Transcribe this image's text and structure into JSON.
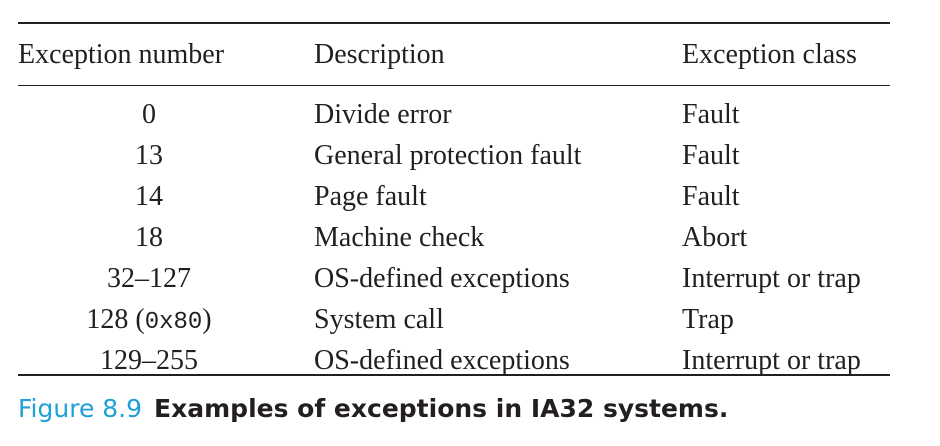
{
  "table": {
    "headers": [
      "Exception number",
      "Description",
      "Exception class"
    ],
    "rows": [
      {
        "number": "0",
        "number_code": "",
        "number_suffix": "",
        "description": "Divide error",
        "class": "Fault"
      },
      {
        "number": "13",
        "number_code": "",
        "number_suffix": "",
        "description": "General protection fault",
        "class": "Fault"
      },
      {
        "number": "14",
        "number_code": "",
        "number_suffix": "",
        "description": "Page fault",
        "class": "Fault"
      },
      {
        "number": "18",
        "number_code": "",
        "number_suffix": "",
        "description": "Machine check",
        "class": "Abort"
      },
      {
        "number": "32–127",
        "number_code": "",
        "number_suffix": "",
        "description": "OS-defined exceptions",
        "class": "Interrupt or trap"
      },
      {
        "number": "128 (",
        "number_code": "0x80",
        "number_suffix": ")",
        "description": "System call",
        "class": "Trap"
      },
      {
        "number": "129–255",
        "number_code": "",
        "number_suffix": "",
        "description": "OS-defined exceptions",
        "class": "Interrupt or trap"
      }
    ]
  },
  "caption": {
    "label": "Figure 8.9",
    "text": "Examples of exceptions in IA32 systems."
  },
  "colors": {
    "caption_label": "#1ea0d8",
    "text": "#231f20"
  }
}
